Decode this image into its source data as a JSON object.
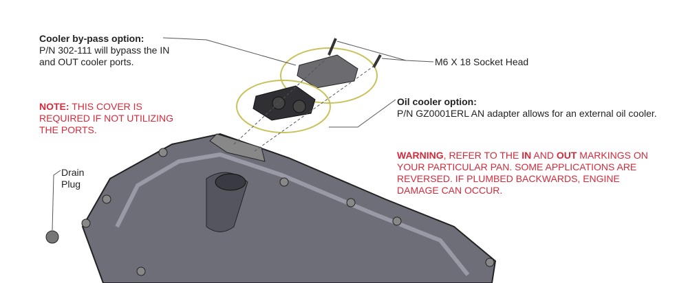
{
  "bypass": {
    "title": "Cooler by-pass option:",
    "body": "P/N 302-111 will bypass the IN and OUT cooler ports.",
    "note_label": "NOTE:",
    "note_text": " THIS COVER IS REQUIRED IF NOT UTILIZING THE PORTS."
  },
  "bolt_label": "M6 X 18 Socket Head",
  "oil_cooler": {
    "title": "Oil cooler option:",
    "body": "P/N GZ0001ERL AN adapter allows for an external oil cooler.",
    "warning_label": "WARNING",
    "warning_a": ", REFER TO THE ",
    "in": "IN",
    "and": " AND ",
    "out": "OUT",
    "warning_b": " MARKINGS ON YOUR PARTICULAR PAN.  SOME APPLICATIONS ARE REVERSED.  IF PLUMBED BACKWARDS, ENGINE DAMAGE CAN OCCUR."
  },
  "drain_plug": "Drain Plug",
  "colors": {
    "red": "#d42a3a",
    "circle": "#c8c25a",
    "pan": "#6e6e78"
  }
}
